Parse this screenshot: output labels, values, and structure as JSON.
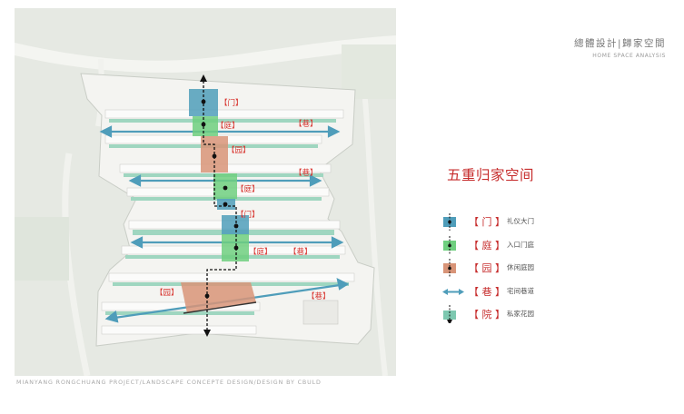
{
  "brand": {
    "title": "總體設計|歸家空間",
    "subtitle": "HOME SPACE ANALYSIS"
  },
  "heading": "五重归家空间",
  "footer_caption": "MIANYANG RONGCHUANG PROJECT/LANDSCAPE CONCEPTE DESIGN/DESIGN BY CBULD",
  "colors": {
    "gate": "#4f9dba",
    "court": "#6fcf7f",
    "garden": "#d89478",
    "lane": "#4f9dba",
    "private": "#7dc8b0",
    "accent_red": "#d8332e",
    "heading_red": "#c62b2b"
  },
  "legend": [
    {
      "icon": "gate-block-icon",
      "label": "【 门 】",
      "desc": "礼仪大门"
    },
    {
      "icon": "court-block-icon",
      "label": "【 庭 】",
      "desc": "入口门庭"
    },
    {
      "icon": "garden-block-icon",
      "label": "【 园 】",
      "desc": "休闲庭园"
    },
    {
      "icon": "lane-arrow-icon",
      "label": "【 巷 】",
      "desc": "宅间巷道"
    },
    {
      "icon": "private-garden-icon",
      "label": "【 院 】",
      "desc": "私家花园"
    }
  ],
  "plan_labels": {
    "gate_1": "【门】",
    "court_1": "【庭】",
    "lane_1": "【巷】",
    "garden_1": "【园】",
    "lane_2": "【巷】",
    "court_2": "【庭】",
    "gate_2": "【门】",
    "court_3": "【庭】",
    "lane_3": "【巷】",
    "garden_2": "【园】",
    "lane_4": "【巷】"
  }
}
